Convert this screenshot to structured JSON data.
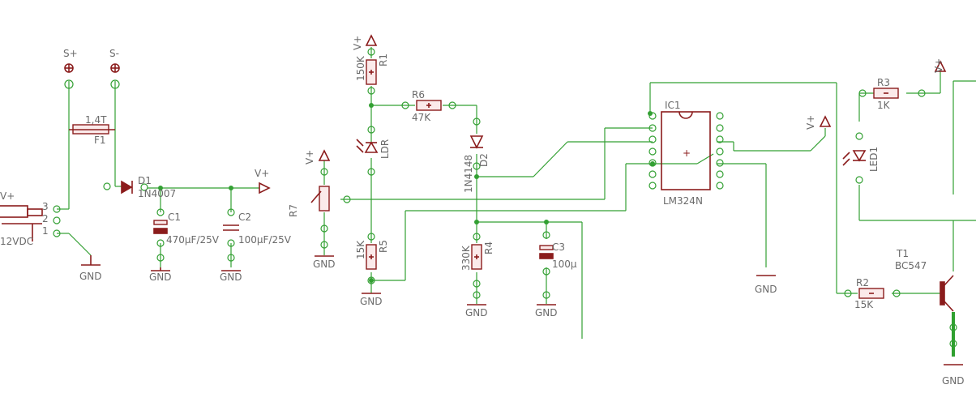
{
  "labels": {
    "s_plus": "S+",
    "s_minus": "S-",
    "f1_value": "1,4T",
    "f1_name": "F1",
    "d1_name": "D1",
    "d1_value": "1N4007",
    "vplus": "V+",
    "c1_name": "C1",
    "c1_value": "470µF/25V",
    "c2_name": "C2",
    "c2_value": "100µF/25V",
    "gnd": "GND",
    "jack_value": "12VDC",
    "pin3": "3",
    "pin2": "2",
    "pin1": "1",
    "r1_name": "R1",
    "r1_value": "150K",
    "r6_name": "R6",
    "r6_value": "47K",
    "ldr": "LDR",
    "d2_name": "D2",
    "d2_value": "1N4148",
    "r7_name": "R7",
    "r5_name": "R5",
    "r5_value": "15K",
    "r4_name": "R4",
    "r4_value": "330K",
    "c3_name": "C3",
    "c3_value": "100µ",
    "ic1_name": "IC1",
    "ic1_value": "LM324N",
    "ic_plus": "+",
    "r3_name": "R3",
    "r3_value": "1K",
    "led1": "LED1",
    "r2_name": "R2",
    "r2_value": "15K",
    "t1_name": "T1",
    "t1_value": "BC547"
  },
  "colors": {
    "wire": "#33a033",
    "symbol": "#8b1c1c",
    "label_gray": "#6a6a6a",
    "background": "#ffffff"
  }
}
